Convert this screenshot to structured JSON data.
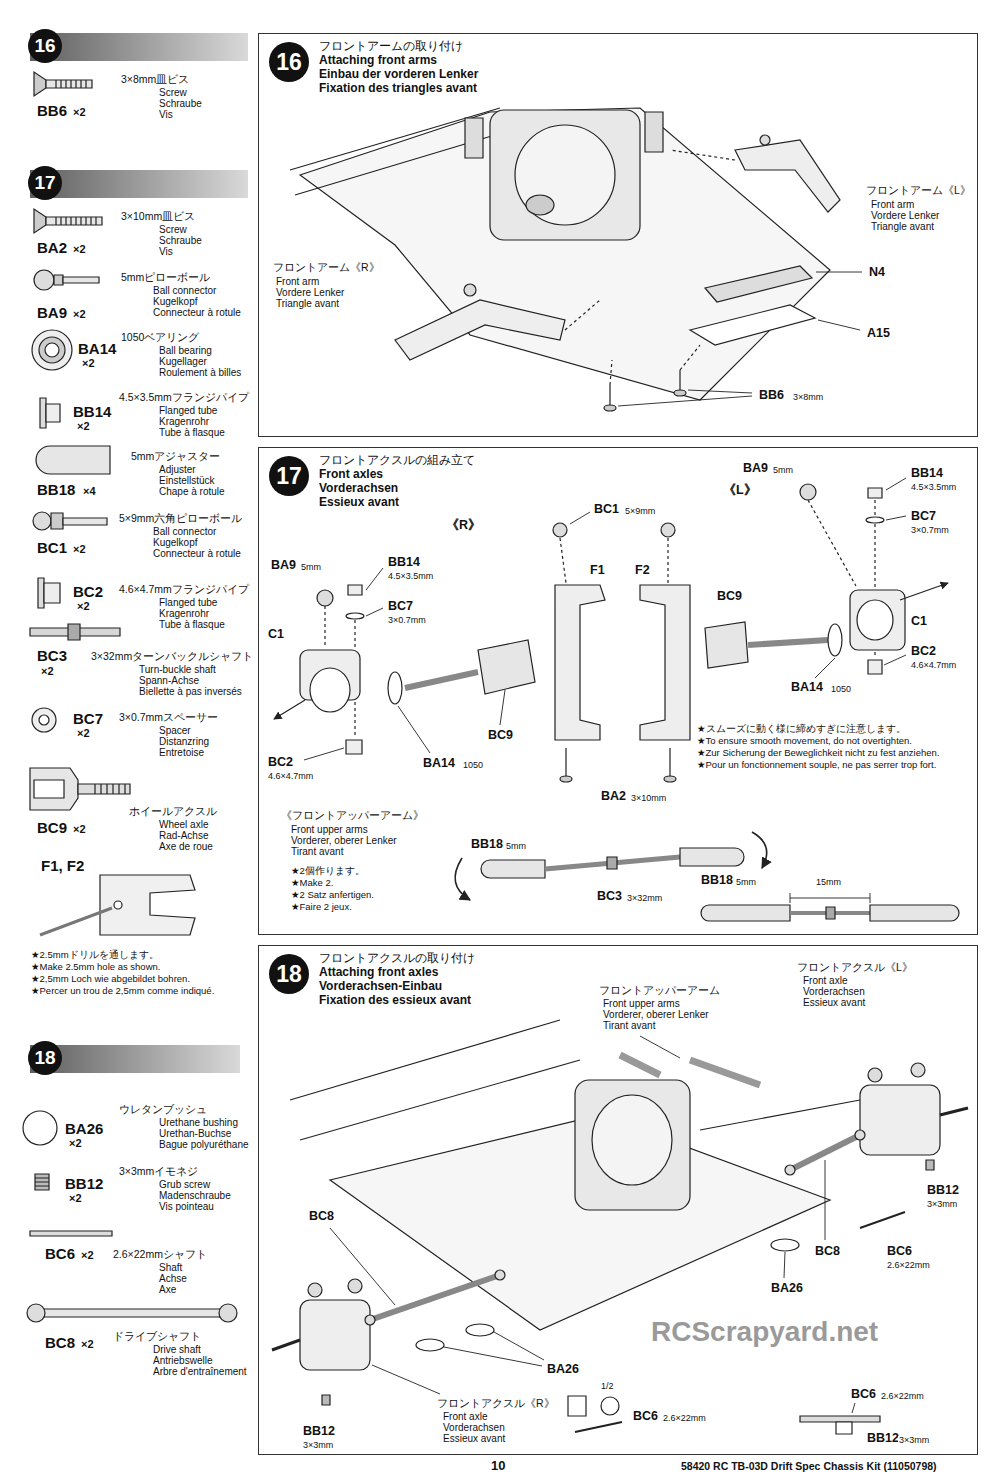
{
  "diagram": {
    "nodes": [
      {
        "text": [
          "16"
        ]
      },
      {
        "text": [
          "16",
          "フロントアームの取り付け",
          "Attaching front arms",
          "Einbau der vorderen Lenker",
          "Fixation des triangles avant"
        ]
      },
      {
        "text": [
          "17"
        ]
      },
      {
        "text": [
          "17",
          "フロントアクスルの組み立て",
          "Front axles",
          "Vorderachsen",
          "Essieux avant"
        ]
      },
      {
        "text": [
          "18"
        ]
      },
      {
        "text": [
          "18",
          "フロントアクスルの取り付け",
          "Attaching front axles",
          "Vorderachsen-Einbau",
          "Fixation des essieux avant"
        ]
      }
    ],
    "labels": [
      "3×8mm皿ビス",
      "Screw",
      "Schraube",
      "Vis",
      "BB6",
      "×2",
      "3×10mm皿ビス",
      "Screw",
      "Schraube",
      "Vis",
      "BA2",
      "×2",
      "5mmピローボール",
      "Ball connector",
      "Kugelkopf",
      "Connecteur à rotule",
      "BA9",
      "×2",
      "1050ベアリング",
      "Ball bearing",
      "Kugellager",
      "Roulement à billes",
      "BA14",
      "×2",
      "4.5×3.5mmフランジパイプ",
      "Flanged tube",
      "Kragenrohr",
      "Tube à flasque",
      "BB14",
      "×2",
      "5mmアジャスター",
      "Adjuster",
      "Einstellstück",
      "Chape à rotule",
      "BB18",
      "×4",
      "5×9mm六角ピローボール",
      "Ball connector",
      "Kugelkopf",
      "Connecteur à rotule",
      "BC1",
      "×2",
      "4.6×4.7mmフランジパイプ",
      "Flanged tube",
      "Kragenrohr",
      "Tube à flasque",
      "BC2",
      "×2",
      "BC3",
      "×2",
      "3×32mmターンバックルシャフト",
      "Turn-buckle shaft",
      "Spann-Achse",
      "Biellette à pas inversés",
      "BC7",
      "×2",
      "3×0.7mmスペーサー",
      "Spacer",
      "Distanzring",
      "Entretoise",
      "ホイールアクスル",
      "Wheel axle",
      "Rad-Achse",
      "Axe de roue",
      "BC9",
      "×2",
      "F1, F2",
      "★2.5mmドリルを通します。",
      "★Make 2.5mm hole as shown.",
      "★2,5mm Loch wie abgebildet bohren.",
      "★Percer un trou de 2,5mm comme indiqué.",
      "ウレタンブッシュ",
      "Urethane bushing",
      "Urethan-Buchse",
      "Bague polyuréthane",
      "BA26",
      "×2",
      "3×3mmイモネジ",
      "Grub screw",
      "Madenschraube",
      "Vis pointeau",
      "BB12",
      "×2",
      "BC6",
      "×2",
      "2.6×22mmシャフト",
      "Shaft",
      "Achse",
      "Axe",
      "BC8",
      "×2",
      "ドライブシャフト",
      "Drive shaft",
      "Antriebswelle",
      "Arbre d'entraînement",
      "フロントアーム《L》",
      "Front arm",
      "Vordere Lenker",
      "Triangle avant",
      "フロントアーム《R》",
      "Front arm",
      "Vordere Lenker",
      "Triangle avant",
      "N4",
      "A15",
      "BB6",
      "3×8mm",
      "《R》",
      "《L》",
      "BA9",
      "5mm",
      "BB14",
      "4.5×3.5mm",
      "BC7",
      "3×0.7mm",
      "BC1",
      "5×9mm",
      "F1",
      "F2",
      "BC9",
      "C1",
      "BC2",
      "4.6×4.7mm",
      "BA14",
      "1050",
      "BA9",
      "5mm",
      "BB14",
      "4.5×3.5mm",
      "BC7",
      "3×0.7mm",
      "C1",
      "BC9",
      "BC2",
      "4.6×4.7mm",
      "BA14",
      "1050",
      "BA2",
      "3×10mm",
      "★スムーズに動く様に締めすぎに注意します。",
      "★To ensure smooth movement, do not overtighten.",
      "★Zur Sicherung der Beweglichkeit nicht zu fest anziehen.",
      "★Pour un fonctionnement souple, ne pas serrer trop fort.",
      "《フロントアッパーアーム》",
      "Front upper arms",
      "Vorderer, oberer Lenker",
      "Tirant avant",
      "★2個作ります。",
      "★Make 2.",
      "★2 Satz anfertigen.",
      "★Faire 2 jeux.",
      "BB18",
      "5mm",
      "BB18",
      "5mm",
      "BC3",
      "3×32mm",
      "15mm",
      "フロントアッパーアーム",
      "Front upper arms",
      "Vorderer, oberer Lenker",
      "Tirant avant",
      "フロントアクスル《L》",
      "Front axle",
      "Vorderachsen",
      "Essieux avant",
      "BB12",
      "3×3mm",
      "BC8",
      "BC6",
      "2.6×22mm",
      "BA26",
      "BC8",
      "BA26",
      "1/2",
      "フロントアクスル《R》",
      "Front axle",
      "Vorderachsen",
      "Essieux avant",
      "BC6",
      "2.6×22mm",
      "BC6",
      "2.6×22mm",
      "BB12",
      "3×3mm",
      "BB12",
      "3×3mm",
      "RCScrapyard.net",
      "10",
      "58420 RC TB-03D Drift Spec Chassis Kit (11050798)"
    ]
  }
}
